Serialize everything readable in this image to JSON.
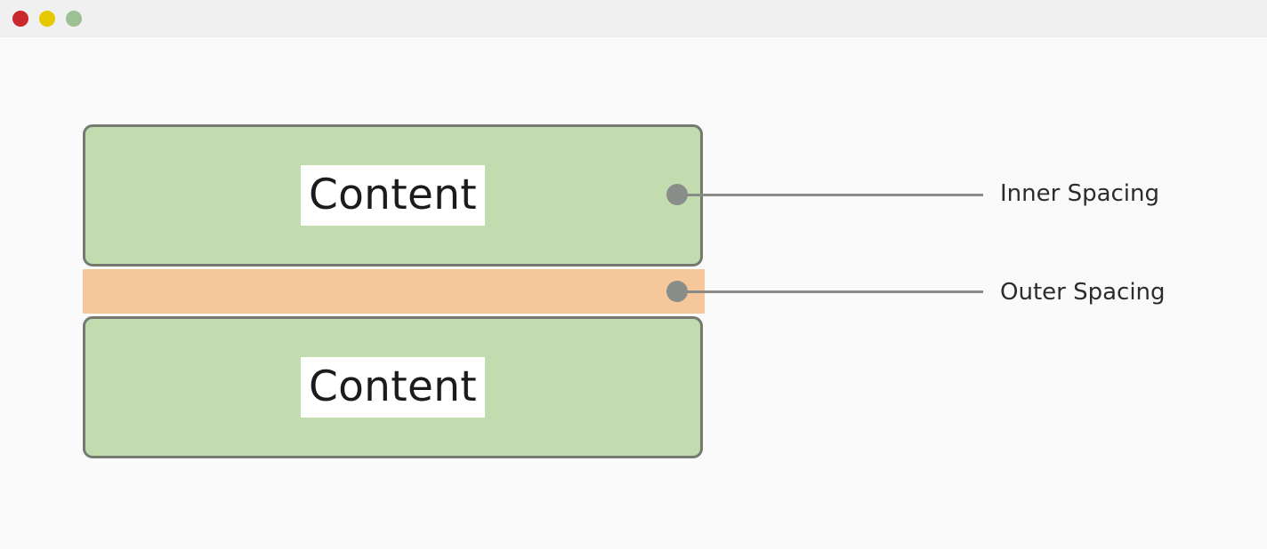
{
  "window": {
    "titlebar": {
      "buttons": [
        {
          "name": "close",
          "icon": "close-traffic-light",
          "color": "#c9282d"
        },
        {
          "name": "minimize",
          "icon": "minimize-traffic-light",
          "color": "#e6c800"
        },
        {
          "name": "maximize",
          "icon": "maximize-traffic-light",
          "color": "#9dc194"
        }
      ],
      "background": "#f0f0f0"
    },
    "background": "#fafafa"
  },
  "diagram": {
    "type": "box-model-spacing-illustration",
    "boxes": [
      {
        "id": "top-box",
        "label": "Content",
        "fill": "#c2dcb0",
        "border": "#76796f"
      },
      {
        "id": "bottom-box",
        "label": "Content",
        "fill": "#c2dcb0",
        "border": "#76796f"
      }
    ],
    "band": {
      "id": "spacing-band",
      "fill": "#f5c79b"
    },
    "callouts": [
      {
        "id": "inner-spacing",
        "label": "Inner Spacing",
        "dot_color": "#8b8d8a",
        "line_color": "#888b88"
      },
      {
        "id": "outer-spacing",
        "label": "Outer Spacing",
        "dot_color": "#8b8d8a",
        "line_color": "#888b88"
      }
    ]
  }
}
